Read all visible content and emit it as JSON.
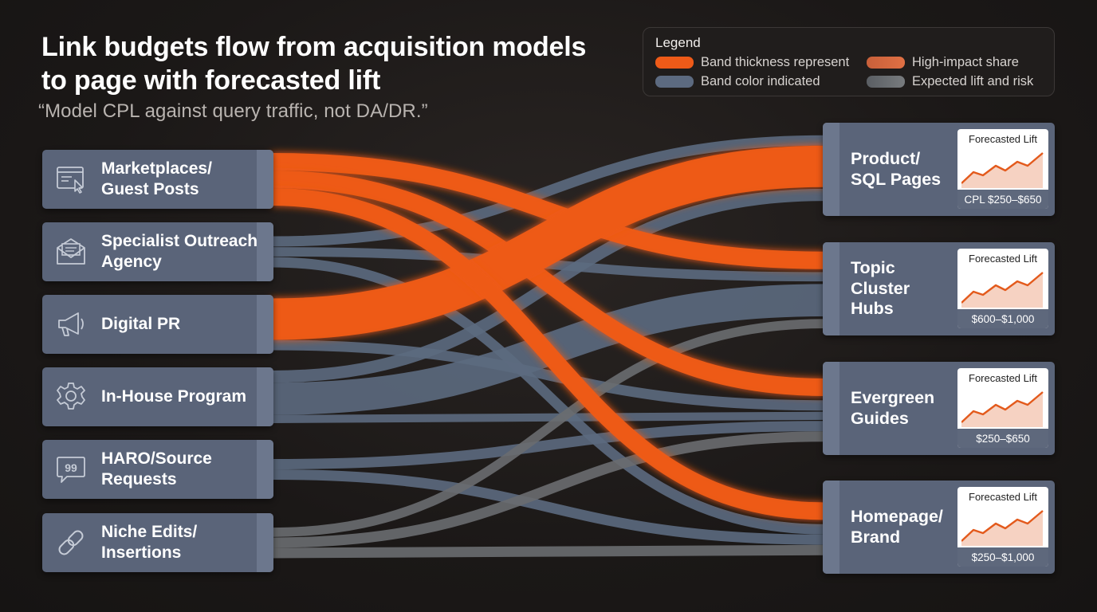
{
  "title": "Link budgets flow from acquisition models to page with  forecasted lift",
  "subtitle": "“Model CPL against query traffic, not DA/DR.”",
  "legend": {
    "title": "Legend",
    "items": [
      {
        "label": "Band thickness represent",
        "color": "#ee5a18"
      },
      {
        "label": "Band color indicated",
        "color": "#5c6a80"
      },
      {
        "label": "High-impact share",
        "color": "#d66a3a"
      },
      {
        "label": "Expected lift and risk",
        "color": "#6a6d70"
      }
    ]
  },
  "colors": {
    "orange": "#ee5a18",
    "slate": "#5c6a80",
    "gray": "#6a6d70",
    "node": "#5a6479"
  },
  "sources": [
    {
      "id": "marketplaces",
      "label": "Marketplaces/ Guest Posts",
      "icon": "browser-click-icon"
    },
    {
      "id": "specialist",
      "label": "Specialist Outreach Agency",
      "icon": "envelope-icon"
    },
    {
      "id": "digital-pr",
      "label": "Digital PR",
      "icon": "megaphone-icon"
    },
    {
      "id": "in-house",
      "label": "In-House Program",
      "icon": "gear-icon"
    },
    {
      "id": "haro",
      "label": "HARO/Source Requests",
      "icon": "quote-bubble-icon"
    },
    {
      "id": "niche",
      "label": "Niche Edits/ Insertions",
      "icon": "chain-link-icon"
    }
  ],
  "destinations": [
    {
      "id": "product",
      "label": "Product/ SQL Pages",
      "card_title": "Forecasted Lift",
      "range": "CPL $250–$650"
    },
    {
      "id": "topic",
      "label": "Topic Cluster Hubs",
      "card_title": "Forecasted Lift",
      "range": "$600–$1,000"
    },
    {
      "id": "evergreen",
      "label": "Evergreen Guides",
      "card_title": "Forecasted Lift",
      "range": "$250–$650"
    },
    {
      "id": "homepage",
      "label": "Homepage/ Brand",
      "card_title": "Forecasted Lift",
      "range": "$250–$1,000"
    }
  ],
  "flows": [
    {
      "from": 1,
      "to": 0,
      "kind": "slate",
      "weight": 2
    },
    {
      "from": 1,
      "to": 1,
      "kind": "slate",
      "weight": 2
    },
    {
      "from": 1,
      "to": 3,
      "kind": "slate",
      "weight": 2
    },
    {
      "from": 2,
      "to": 2,
      "kind": "slate",
      "weight": 2
    },
    {
      "from": 3,
      "to": 0,
      "kind": "slate",
      "weight": 3
    },
    {
      "from": 3,
      "to": 2,
      "kind": "slate",
      "weight": 2
    },
    {
      "from": 4,
      "to": 2,
      "kind": "slate",
      "weight": 2
    },
    {
      "from": 4,
      "to": 3,
      "kind": "slate",
      "weight": 2
    },
    {
      "from": 5,
      "to": 1,
      "kind": "gray",
      "weight": 2
    },
    {
      "from": 5,
      "to": 2,
      "kind": "gray",
      "weight": 2
    },
    {
      "from": 5,
      "to": 3,
      "kind": "gray",
      "weight": 2
    },
    {
      "from": 3,
      "to": 1,
      "kind": "slate",
      "weight": 8
    },
    {
      "from": 0,
      "to": 1,
      "kind": "orange",
      "weight": 5
    },
    {
      "from": 0,
      "to": 2,
      "kind": "orange",
      "weight": 5
    },
    {
      "from": 2,
      "to": 0,
      "kind": "orange",
      "weight": 8
    },
    {
      "from": 0,
      "to": 3,
      "kind": "orange",
      "weight": 5
    }
  ]
}
